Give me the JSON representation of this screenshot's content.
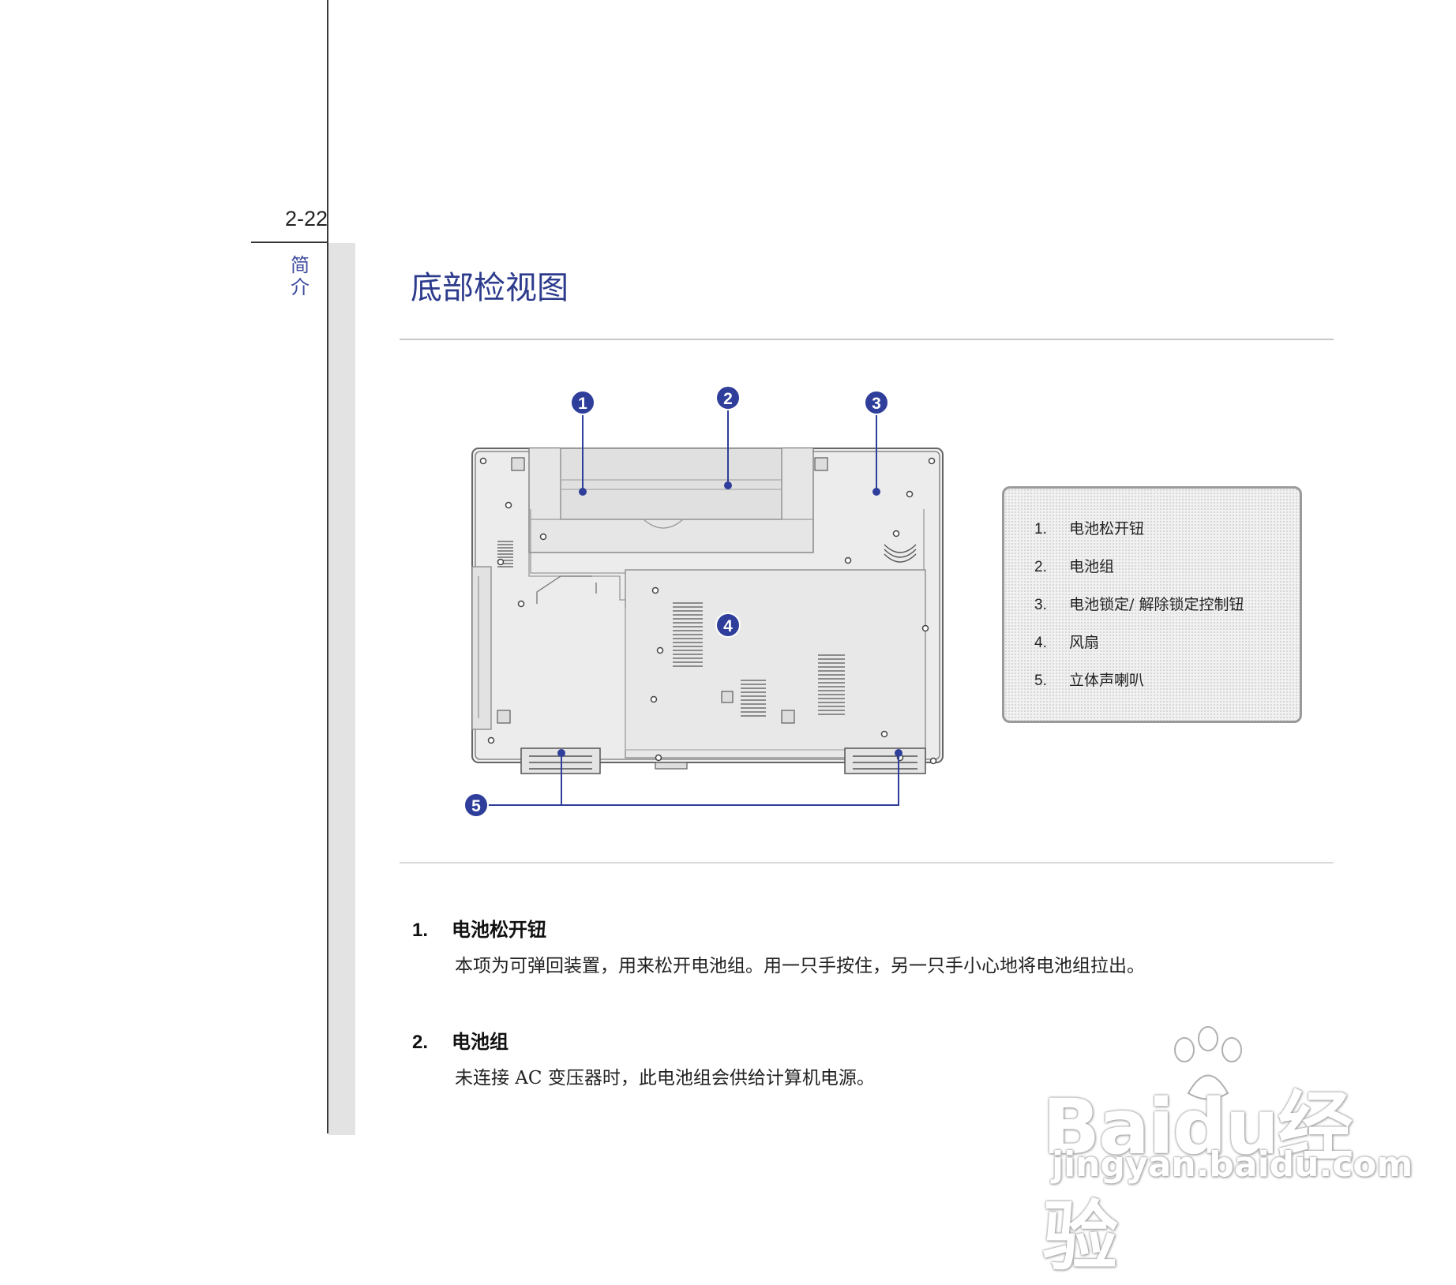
{
  "page": {
    "number": "2-22",
    "chapter": "简介"
  },
  "section_title": "底部检视图",
  "figure": {
    "callouts": [
      "1",
      "2",
      "3",
      "4",
      "5"
    ],
    "accent_color": "#2e3e9a"
  },
  "legend": [
    {
      "num": "1.",
      "label": "电池松开钮"
    },
    {
      "num": "2.",
      "label": "电池组"
    },
    {
      "num": "3.",
      "label": "电池锁定/ 解除锁定控制钮"
    },
    {
      "num": "4.",
      "label": "风扇"
    },
    {
      "num": "5.",
      "label": "立体声喇叭"
    }
  ],
  "descriptions": [
    {
      "num": "1.",
      "title": "电池松开钮",
      "body": "本项为可弹回装置，用来松开电池组。用一只手按住，另一只手小心地将电池组拉出。"
    },
    {
      "num": "2.",
      "title": "电池组",
      "body": "未连接 AC 变压器时，此电池组会供给计算机电源。"
    }
  ],
  "watermark": {
    "logo": "Baidu经验",
    "url": "jingyan.baidu.com"
  }
}
